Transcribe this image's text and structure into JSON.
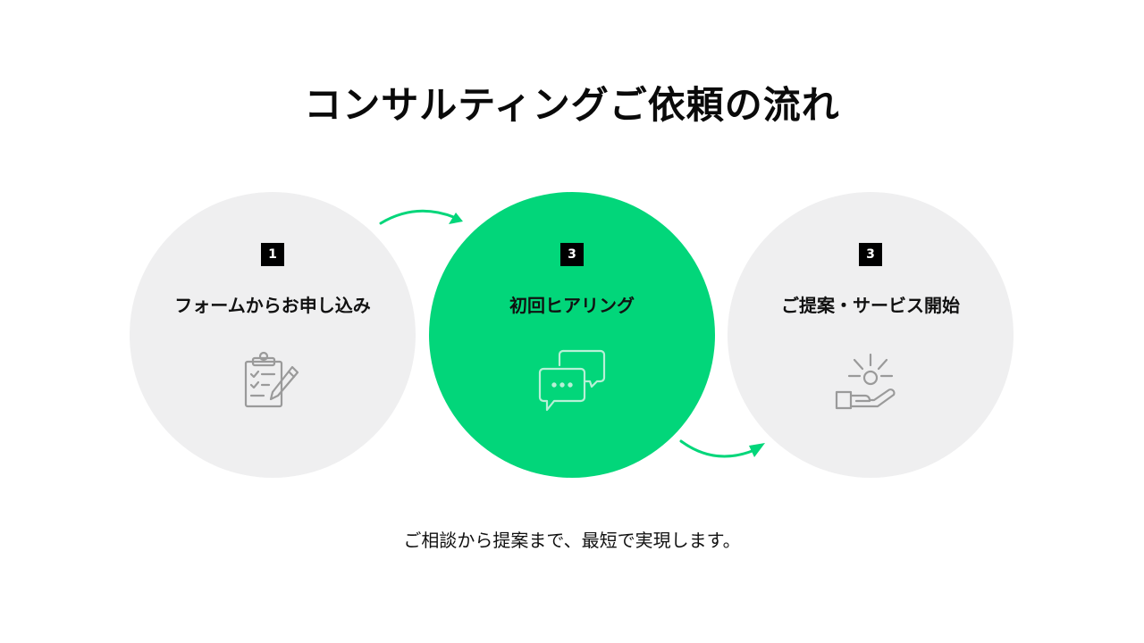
{
  "title": "コンサルティングご依頼の流れ",
  "steps": [
    {
      "number": "1",
      "label": "フォームからお申し込み",
      "icon": "clipboard-pen-icon"
    },
    {
      "number": "3",
      "label": "初回ヒアリング",
      "icon": "chat-bubbles-icon"
    },
    {
      "number": "3",
      "label": "ご提案・サービス開始",
      "icon": "hand-light-icon"
    }
  ],
  "footer": "ご相談から提案まで、最短で実現します。",
  "colors": {
    "accent": "#02d67a",
    "circle": "#efeff0",
    "badge": "#000000",
    "icon_gray": "#9a9a9a"
  }
}
